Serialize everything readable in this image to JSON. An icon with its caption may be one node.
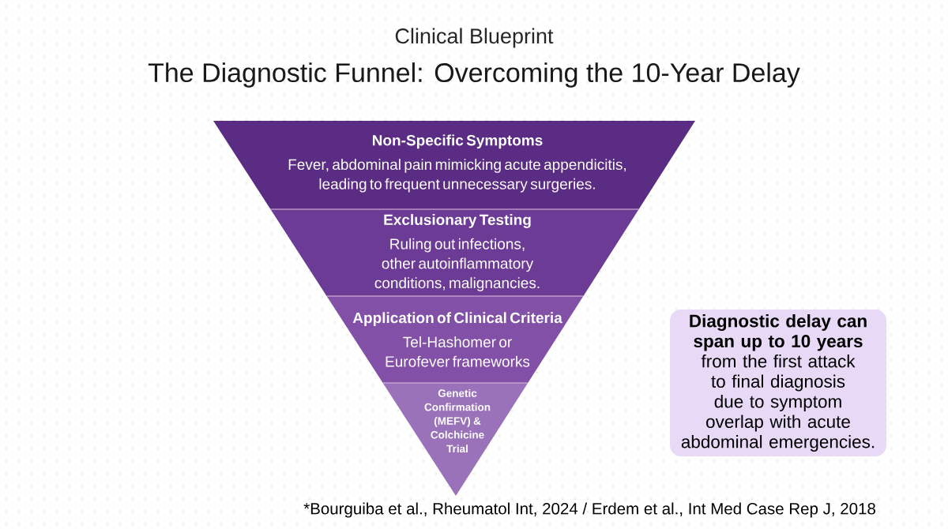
{
  "diagram": {
    "title": "The Diagnostic Funnel: Overcoming the 10-Year Delay",
    "nodes": [
      {
        "text": [
          "Non-Specific Symptoms",
          "Fever, abdominal pain mimicking acute appendicitis, leading to frequent unnecessary surgeries."
        ]
      },
      {
        "text": [
          "Exclusionary Testing",
          "Ruling out infections, other autoinflammatory conditions, malignancies."
        ]
      },
      {
        "text": [
          "Application of Clinical Criteria",
          "Tel-Hashomer or Eurofever frameworks"
        ]
      },
      {
        "text": [
          "Genetic Confirmation (MEFV) & Colchicine Trial"
        ]
      }
    ],
    "labels": [
      "Clinical Blueprint",
      "**Diagnostic delay can span up to 10 years** from the first attack to final diagnosis due to symptom overlap with acute abdominal emergencies.",
      "*Bourguiba et al., Rheumatol Int, 2024 / Erdem et al., Int Med Case Rep J, 2018"
    ]
  }
}
